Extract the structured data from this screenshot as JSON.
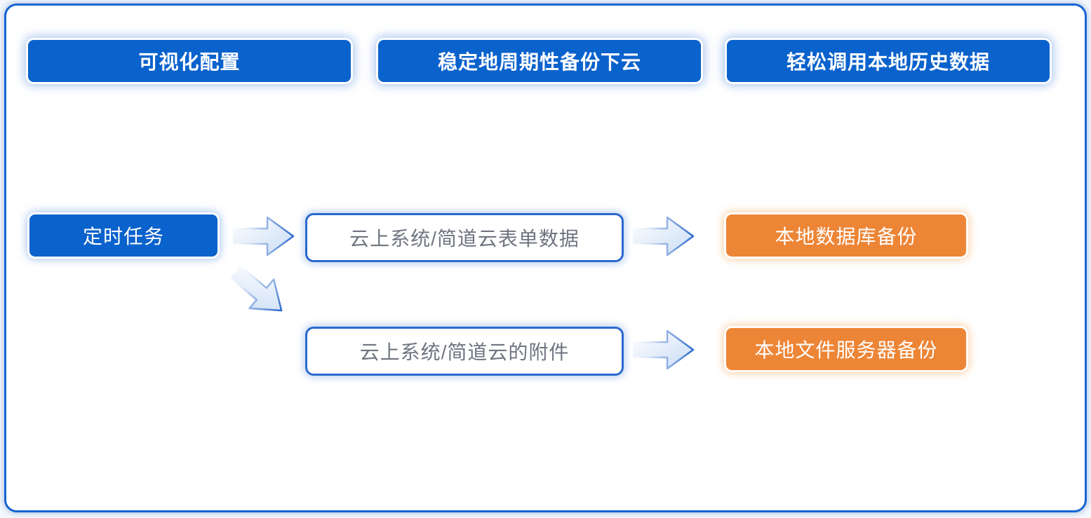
{
  "diagram": {
    "headers": [
      {
        "label": "可视化配置"
      },
      {
        "label": "稳定地周期性备份下云"
      },
      {
        "label": "轻松调用本地历史数据"
      }
    ],
    "flow": {
      "source": {
        "label": "定时任务"
      },
      "row1": {
        "middle": {
          "label": "云上系统/简道云表单数据"
        },
        "target": {
          "label": "本地数据库备份"
        }
      },
      "row2": {
        "middle": {
          "label": "云上系统/简道云的附件"
        },
        "target": {
          "label": "本地文件服务器备份"
        }
      }
    },
    "icons": [
      {
        "name": "arrow-right-icon",
        "count": 3
      },
      {
        "name": "arrow-down-right-icon",
        "count": 1
      }
    ],
    "colors": {
      "primary_blue": "#0a62cc",
      "frame_border_blue": "#1565d2",
      "node_border_blue": "#2a69ce",
      "accent_orange": "#ed8536",
      "muted_text": "#6f7480",
      "arrow_fill_start": "#ffffff",
      "arrow_fill_end": "#c9dcf5",
      "arrow_stroke": "#2b6acb"
    }
  }
}
